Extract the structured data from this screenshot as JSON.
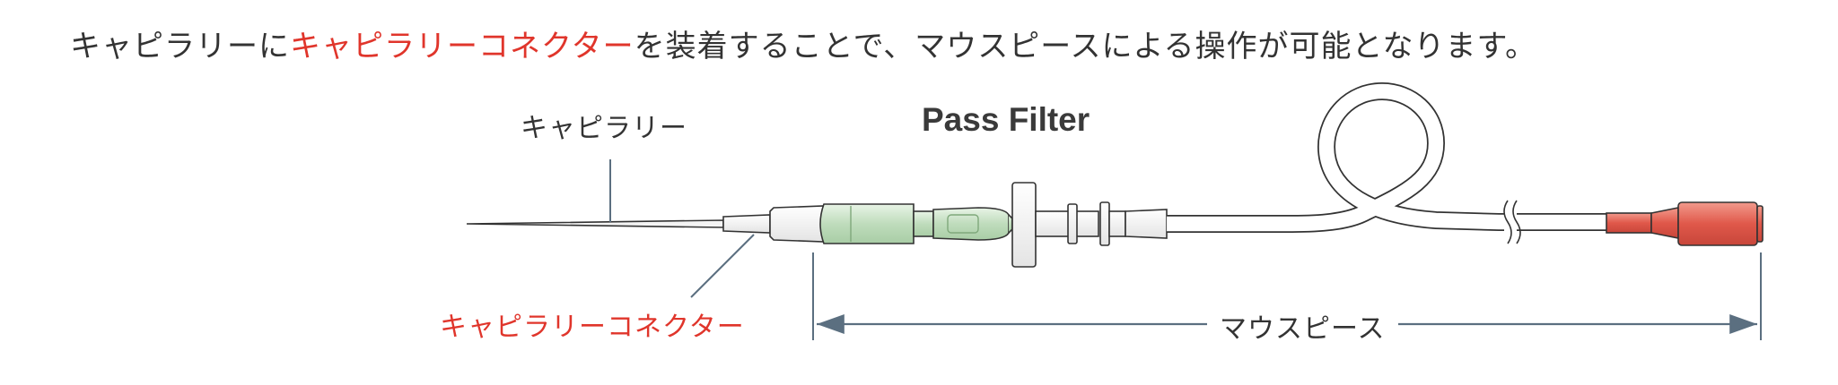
{
  "intro": {
    "prefix": "キャピラリーに",
    "highlight": "キャピラリーコネクター",
    "suffix": "を装着することで、マウスピースによる操作が可能となります。"
  },
  "diagram": {
    "title": "Pass Filter",
    "labels": {
      "capillary": "キャピラリー",
      "capillary_connector": "キャピラリーコネクター",
      "mouthpiece": "マウスピース"
    }
  },
  "colors": {
    "text": "#333333",
    "highlight": "#e0352b",
    "dimension_line": "#5b6f80",
    "connector_green": "#c9e3c6",
    "tip_red": "#e05a4a"
  }
}
